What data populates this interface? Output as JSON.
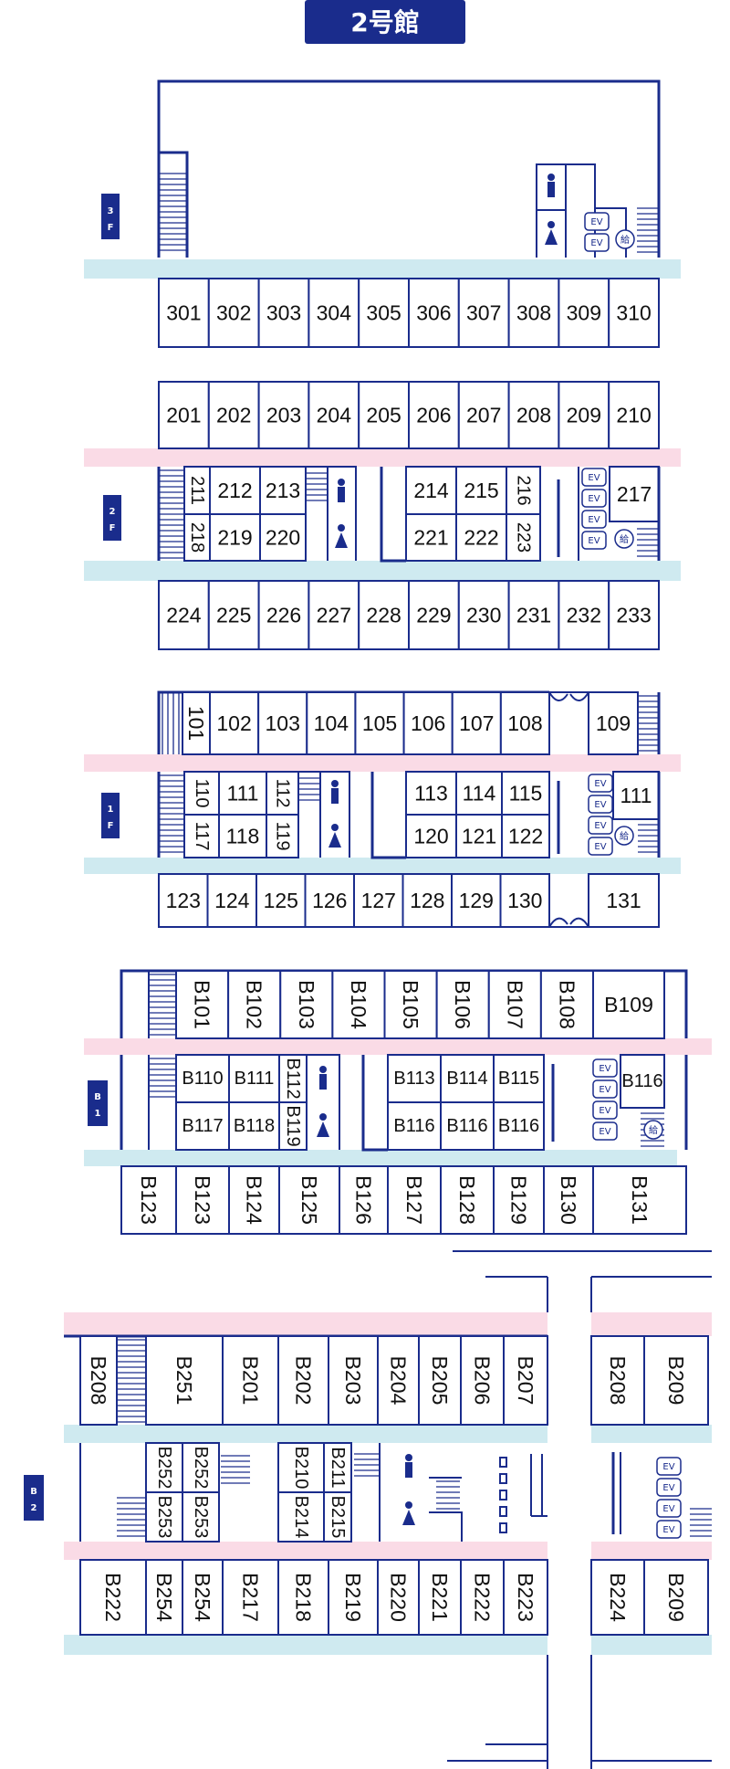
{
  "building_title": "2号館",
  "floors": {
    "f3": {
      "label": "3F",
      "rooms_bottom": [
        "301",
        "302",
        "303",
        "304",
        "305",
        "306",
        "307",
        "308",
        "309",
        "310"
      ]
    },
    "f2": {
      "label": "2F",
      "rooms_top": [
        "201",
        "202",
        "203",
        "204",
        "205",
        "206",
        "207",
        "208",
        "209",
        "210"
      ],
      "rooms_mid_a": [
        "211",
        "212",
        "213",
        "218",
        "219",
        "220"
      ],
      "rooms_mid_b": [
        "214",
        "215",
        "216",
        "221",
        "222",
        "223"
      ],
      "room_217": "217",
      "rooms_bottom": [
        "224",
        "225",
        "226",
        "227",
        "228",
        "229",
        "230",
        "231",
        "232",
        "233"
      ]
    },
    "f1": {
      "label": "1F",
      "rooms_top": [
        "101",
        "102",
        "103",
        "104",
        "105",
        "106",
        "107",
        "108"
      ],
      "room_109": "109",
      "rooms_mid_a": [
        "110",
        "111",
        "112",
        "117",
        "118",
        "119"
      ],
      "rooms_mid_b": [
        "113",
        "114",
        "115",
        "120",
        "121",
        "122"
      ],
      "room_111b": "111",
      "rooms_bottom": [
        "123",
        "124",
        "125",
        "126",
        "127",
        "128",
        "129",
        "130"
      ],
      "room_131": "131"
    },
    "b1": {
      "label": "B1",
      "rooms_top": [
        "B101",
        "B102",
        "B103",
        "B104",
        "B105",
        "B106",
        "B107",
        "B108"
      ],
      "room_B109": "B109",
      "rooms_mid_a": [
        "B110",
        "B111",
        "B112",
        "B117",
        "B118",
        "B119"
      ],
      "rooms_mid_b": [
        "B113",
        "B114",
        "B115",
        "B116",
        "B116",
        "B116"
      ],
      "room_B116": "B116",
      "rooms_bottom": [
        "B123",
        "B123",
        "B124",
        "B125",
        "B126",
        "B127",
        "B128",
        "B129",
        "B130",
        "B131"
      ]
    },
    "b2": {
      "label": "B2",
      "rooms_top": [
        "B208",
        "B251",
        "B201",
        "B202",
        "B203",
        "B204",
        "B205",
        "B206",
        "B207"
      ],
      "rooms_top_right": [
        "B208",
        "B209"
      ],
      "rooms_mid": [
        "B252",
        "B252",
        "B253",
        "B253",
        "B210",
        "B211",
        "B214",
        "B215"
      ],
      "rooms_bottom": [
        "B222",
        "B254",
        "B254",
        "B217",
        "B218",
        "B219",
        "B220",
        "B221",
        "B222",
        "B223"
      ],
      "rooms_bottom_right": [
        "B224",
        "B209"
      ]
    }
  },
  "icons": {
    "elevator_label": "EV",
    "supply_label": "給",
    "restroom_male": "male-restroom-icon",
    "restroom_female": "female-restroom-icon"
  },
  "colors": {
    "wall": "#1a2c8c",
    "hall_blue": "#cfeaf0",
    "hall_pink": "#fadbe6"
  }
}
